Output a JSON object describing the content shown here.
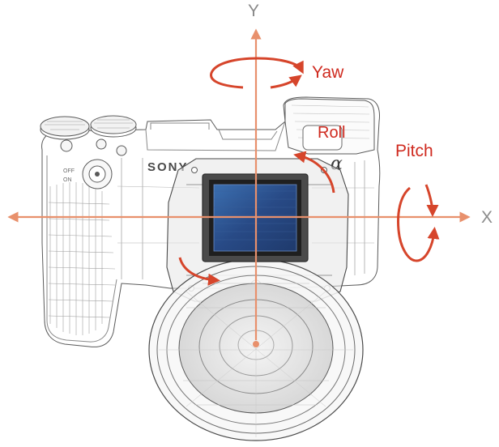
{
  "diagram": {
    "brand_text": "SONY",
    "model_glyph": "α",
    "axis_y_label": "Y",
    "axis_x_label": "X",
    "rotation_yaw_label": "Yaw",
    "rotation_roll_label": "Roll",
    "rotation_pitch_label": "Pitch"
  },
  "colors": {
    "axis": "#e8906c",
    "rotation_arrow": "#d6452b",
    "label_red": "#cf2a1f",
    "label_grey": "#8a8a8a",
    "sensor": "#2a4f8f",
    "line_art": "#5a5a5a"
  }
}
